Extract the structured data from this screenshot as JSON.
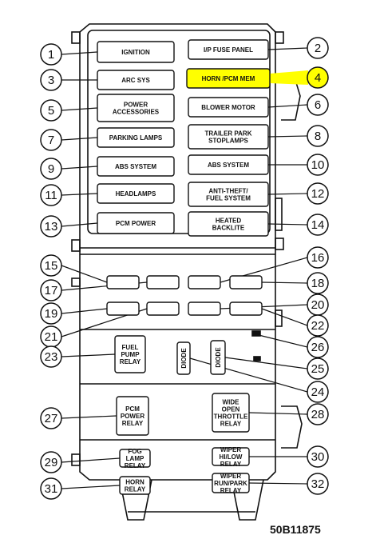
{
  "drawing_id": "50B11875",
  "highlight_color": "#ffff00",
  "callouts": [
    {
      "num": "1",
      "label_lines": [
        "IGNITION"
      ]
    },
    {
      "num": "2",
      "label_lines": [
        "I/P FUSE PANEL"
      ]
    },
    {
      "num": "3",
      "label_lines": [
        "ARC SYS"
      ]
    },
    {
      "num": "4",
      "label_lines": [
        "HORN /PCM MEM"
      ],
      "highlighted": true
    },
    {
      "num": "5",
      "label_lines": [
        "POWER",
        "ACCESSORIES"
      ]
    },
    {
      "num": "6",
      "label_lines": [
        "BLOWER MOTOR"
      ]
    },
    {
      "num": "7",
      "label_lines": [
        "PARKING LAMPS"
      ]
    },
    {
      "num": "8",
      "label_lines": [
        "TRAILER PARK",
        "STOPLAMPS"
      ]
    },
    {
      "num": "9",
      "label_lines": [
        "ABS SYSTEM"
      ]
    },
    {
      "num": "10",
      "label_lines": [
        "ABS SYSTEM"
      ]
    },
    {
      "num": "11",
      "label_lines": [
        "HEADLAMPS"
      ]
    },
    {
      "num": "12",
      "label_lines": [
        "ANTI-THEFT/",
        "FUEL SYSTEM"
      ]
    },
    {
      "num": "13",
      "label_lines": [
        "PCM POWER"
      ]
    },
    {
      "num": "14",
      "label_lines": [
        "HEATED",
        "BACKLITE"
      ]
    },
    {
      "num": "15",
      "label_lines": []
    },
    {
      "num": "16",
      "label_lines": []
    },
    {
      "num": "17",
      "label_lines": []
    },
    {
      "num": "18",
      "label_lines": []
    },
    {
      "num": "19",
      "label_lines": []
    },
    {
      "num": "20",
      "label_lines": []
    },
    {
      "num": "21",
      "label_lines": []
    },
    {
      "num": "22",
      "label_lines": []
    },
    {
      "num": "23",
      "label_lines": [
        "FUEL",
        "PUMP",
        "RELAY"
      ]
    },
    {
      "num": "24",
      "label_lines": [
        "DIODE"
      ]
    },
    {
      "num": "25",
      "label_lines": [
        "DIODE"
      ]
    },
    {
      "num": "26",
      "label_lines": []
    },
    {
      "num": "27",
      "label_lines": [
        "PCM",
        "POWER",
        "RELAY"
      ]
    },
    {
      "num": "28",
      "label_lines": [
        "WIDE",
        "OPEN",
        "THROTTLE",
        "RELAY"
      ]
    },
    {
      "num": "29",
      "label_lines": [
        "FOG",
        "LAMP",
        "RELAY"
      ]
    },
    {
      "num": "30",
      "label_lines": [
        "WIPER",
        "HI/LOW",
        "RELAY"
      ]
    },
    {
      "num": "31",
      "label_lines": [
        "HORN",
        "RELAY"
      ]
    },
    {
      "num": "32",
      "label_lines": [
        "WIPER",
        "RUN/PARK",
        "RELAY"
      ]
    }
  ]
}
